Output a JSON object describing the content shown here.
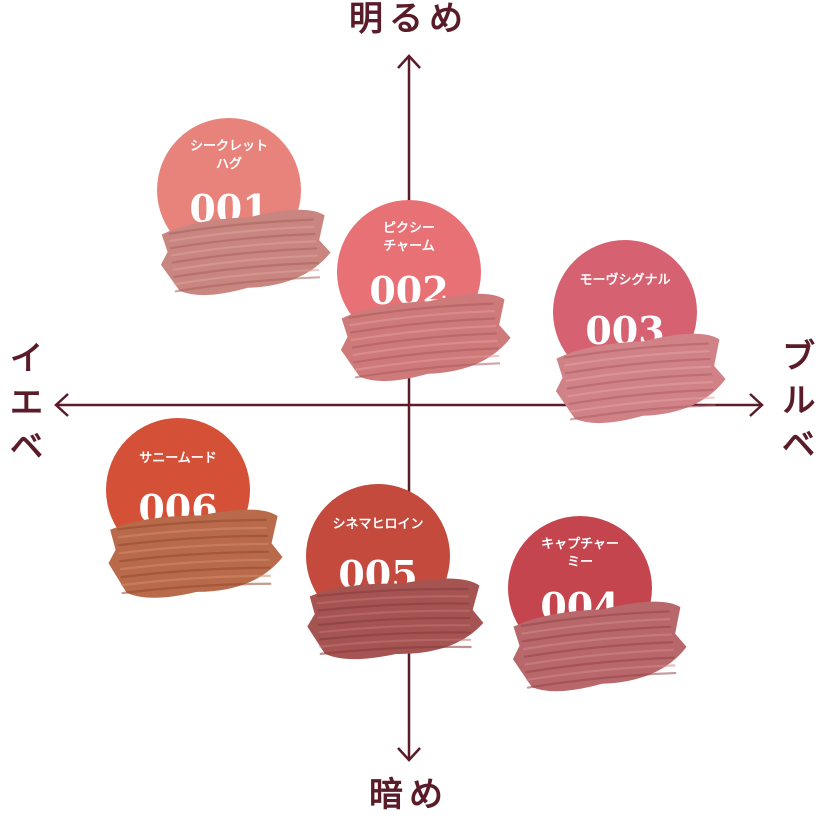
{
  "axes": {
    "top": "明るめ",
    "bottom": "暗め",
    "left": "イエベ",
    "right": "ブルベ"
  },
  "colors": {
    "axis": "#5a1c28"
  },
  "swatches": [
    {
      "code": "001",
      "name_lines": [
        "シークレット",
        "ハグ"
      ],
      "circle": "#e8837b",
      "smear": "#c9857f",
      "smear_dark": "#a8625e",
      "smear_light": "#dca39c"
    },
    {
      "code": "002",
      "name_lines": [
        "ピクシー",
        "チャーム"
      ],
      "circle": "#e87175",
      "smear": "#cf7a7a",
      "smear_dark": "#ab5a5c",
      "smear_light": "#e29a98"
    },
    {
      "code": "003",
      "name_lines": [
        "モーヴシグナル"
      ],
      "circle": "#d56171",
      "smear": "#d08286",
      "smear_dark": "#ac5f66",
      "smear_light": "#e3a3a6"
    },
    {
      "code": "004",
      "name_lines": [
        "キャプチャー",
        "ミー"
      ],
      "circle": "#c4454e",
      "smear": "#b8676a",
      "smear_dark": "#944549",
      "smear_light": "#cf8a8b"
    },
    {
      "code": "005",
      "name_lines": [
        "シネマヒロイン"
      ],
      "circle": "#c34a3c",
      "smear": "#a55452",
      "smear_dark": "#833a3a",
      "smear_light": "#bf7471"
    },
    {
      "code": "006",
      "name_lines": [
        "サニームード"
      ],
      "circle": "#d45037",
      "smear": "#b86a4a",
      "smear_dark": "#94482f",
      "smear_light": "#d18c6a"
    }
  ]
}
